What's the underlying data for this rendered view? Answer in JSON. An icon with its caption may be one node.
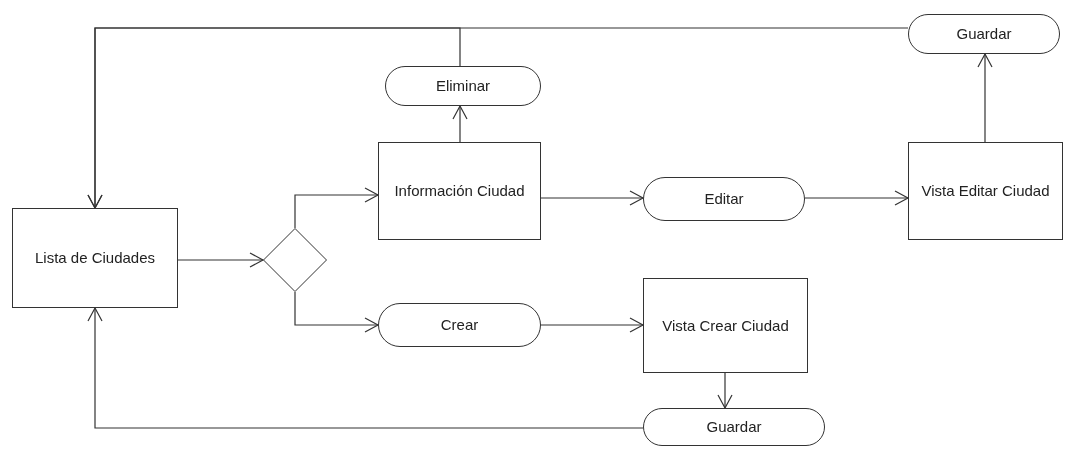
{
  "diagram": {
    "nodes": [
      {
        "text": [
          "Guardar"
        ]
      },
      {
        "text": [
          "Eliminar"
        ]
      },
      {
        "text": [
          "Información Ciudad"
        ]
      },
      {
        "text": [
          "Vista Editar Ciudad"
        ]
      },
      {
        "text": [
          "Lista de Ciudades"
        ]
      },
      {
        "text": [],
        "shape": "diamond"
      },
      {
        "text": [
          "Editar"
        ]
      },
      {
        "text": [
          "Vista Crear Ciudad"
        ]
      },
      {
        "text": [
          "Crear"
        ]
      },
      {
        "text": [
          "Guardar"
        ]
      }
    ],
    "edges": [
      {
        "from": 4,
        "to": 5,
        "arrow": "to"
      },
      {
        "from": 5,
        "to": 2,
        "arrow": "to"
      },
      {
        "from": 5,
        "to": 8,
        "arrow": "to"
      },
      {
        "from": 2,
        "to": 1,
        "arrow": "to"
      },
      {
        "from": 2,
        "to": 6,
        "arrow": "to"
      },
      {
        "from": 6,
        "to": 3,
        "arrow": "to"
      },
      {
        "from": 3,
        "to": 0,
        "arrow": "to"
      },
      {
        "from": 0,
        "to": 4,
        "arrow": "to"
      },
      {
        "from": 1,
        "to": 4,
        "arrow": "to"
      },
      {
        "from": 8,
        "to": 7,
        "arrow": "to"
      },
      {
        "from": 7,
        "to": 9,
        "arrow": "to"
      },
      {
        "from": 9,
        "to": 4,
        "arrow": "to"
      }
    ]
  }
}
